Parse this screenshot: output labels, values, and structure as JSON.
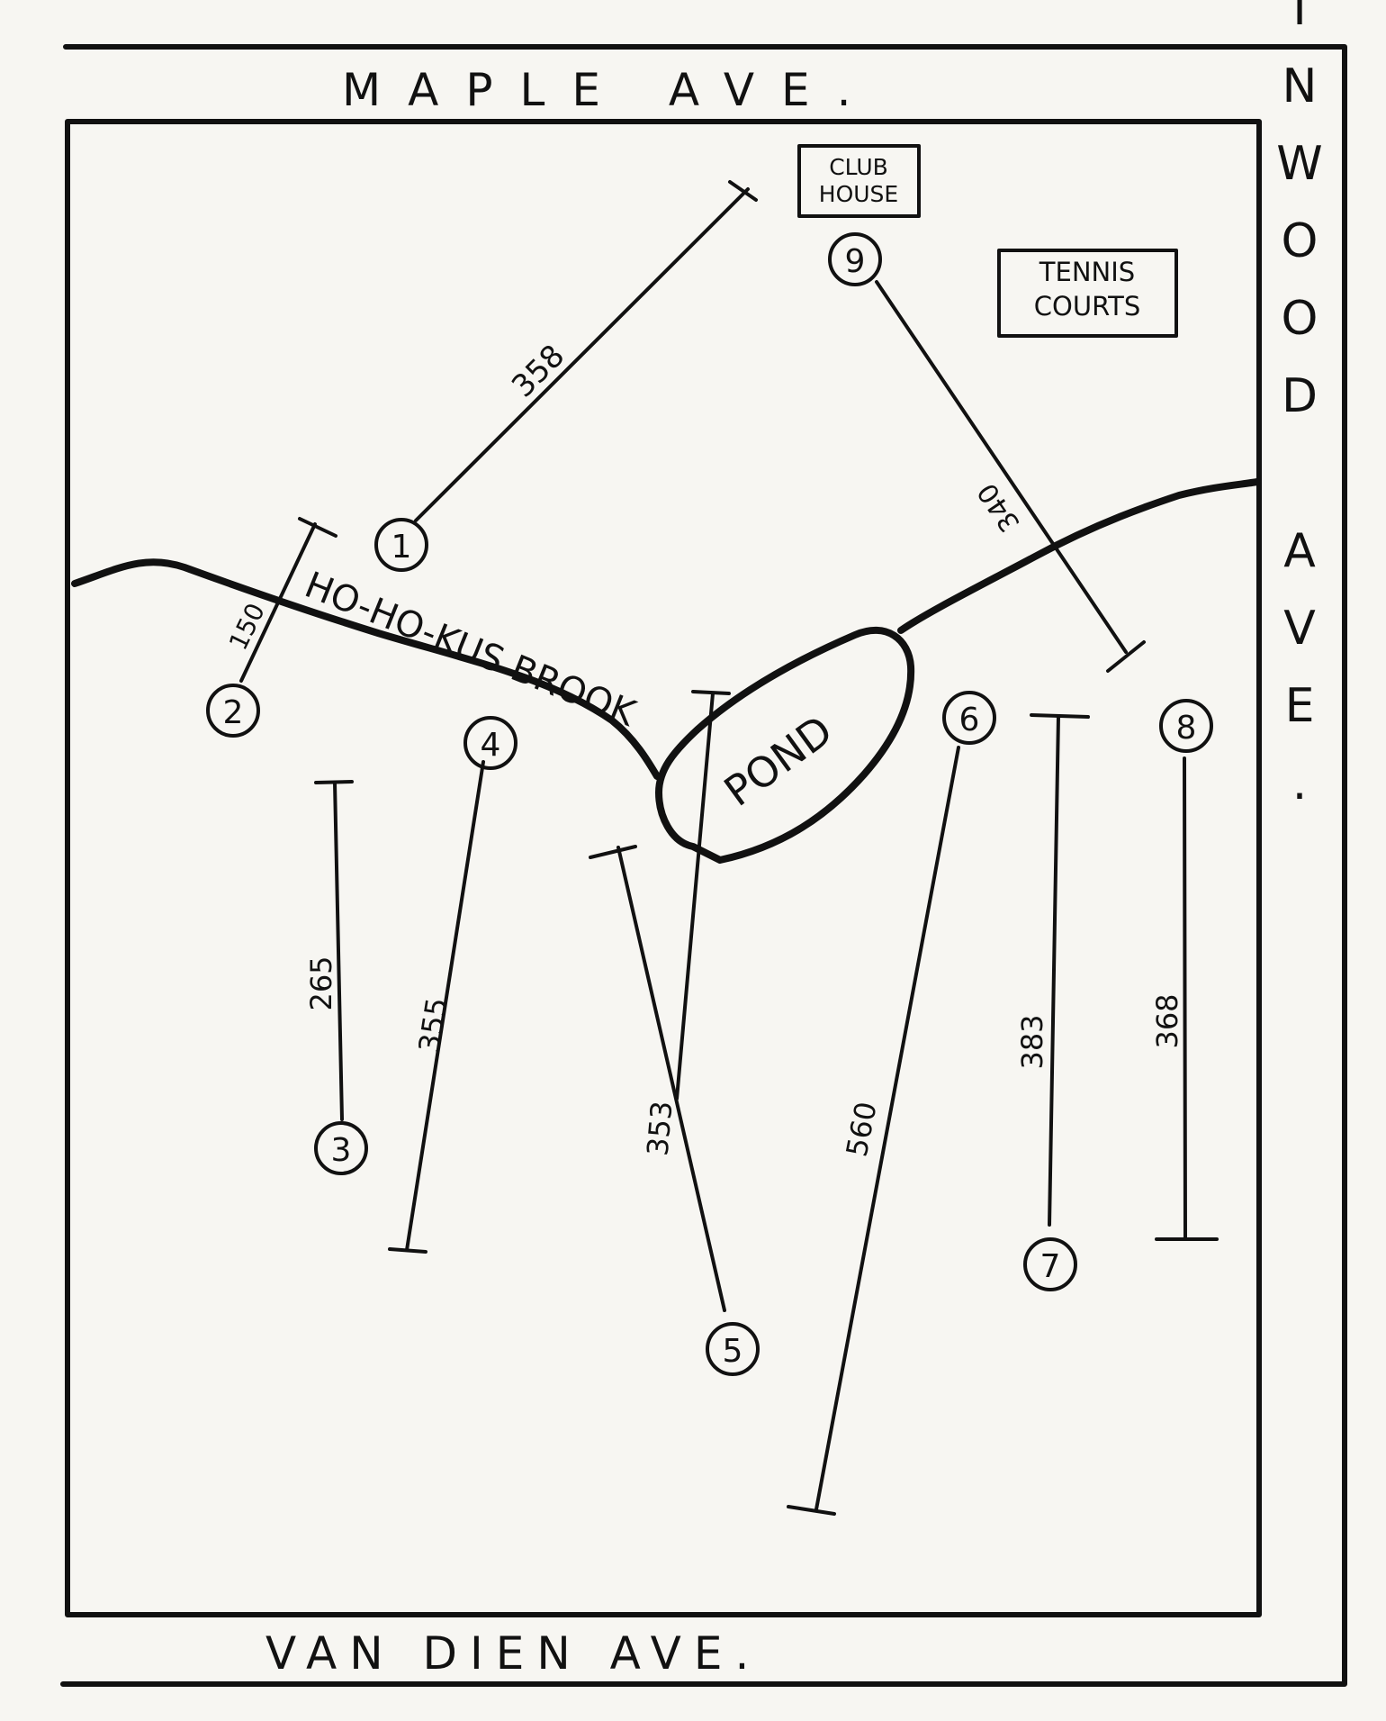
{
  "streets": {
    "top": "MAPLE AVE.",
    "bottom": "VAN DIEN AVE.",
    "right": "LINWOOD AVE."
  },
  "features": {
    "clubhouse": [
      "CLUB",
      "HOUSE"
    ],
    "tennis": [
      "TENNIS",
      "COURTS"
    ],
    "brook": "HO-HO-KUS BROOK",
    "pond": "POND"
  },
  "holes": [
    {
      "number": "1",
      "yards": "358"
    },
    {
      "number": "2",
      "yards": "150"
    },
    {
      "number": "3",
      "yards": "265"
    },
    {
      "number": "4",
      "yards": "355"
    },
    {
      "number": "5",
      "yards": "353"
    },
    {
      "number": "6",
      "yards": "560"
    },
    {
      "number": "7",
      "yards": "383"
    },
    {
      "number": "8",
      "yards": "368"
    },
    {
      "number": "9",
      "yards": "340"
    }
  ],
  "colors": {
    "ink": "#111111",
    "paper": "#f7f6f2"
  }
}
